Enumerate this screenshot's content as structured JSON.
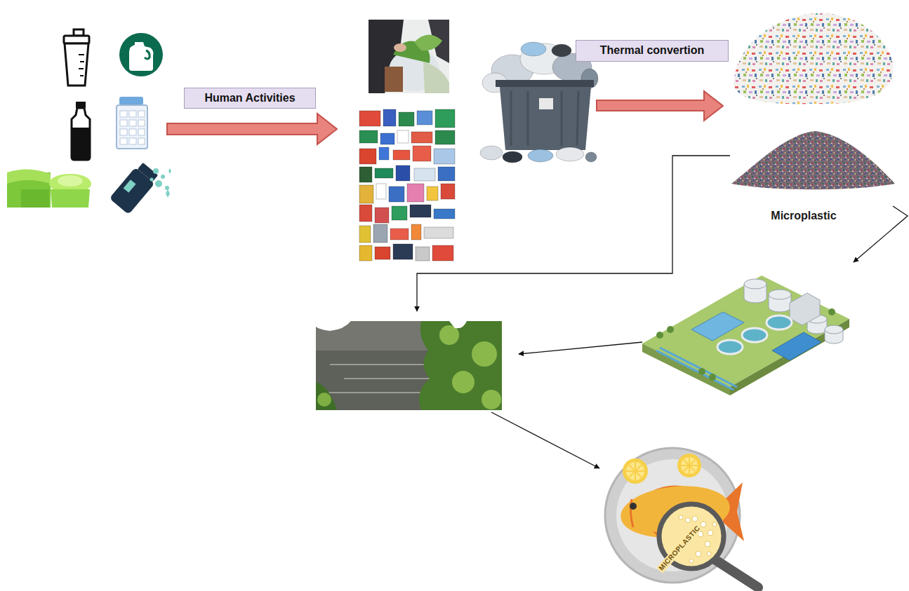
{
  "diagram": {
    "nodes": [
      {
        "text": [
          "Human Activities"
        ]
      },
      {
        "text": [
          "Thermal convertion"
        ]
      }
    ],
    "edges": [],
    "labels": [
      "Microplastic",
      "MICROPLASTIC"
    ]
  }
}
